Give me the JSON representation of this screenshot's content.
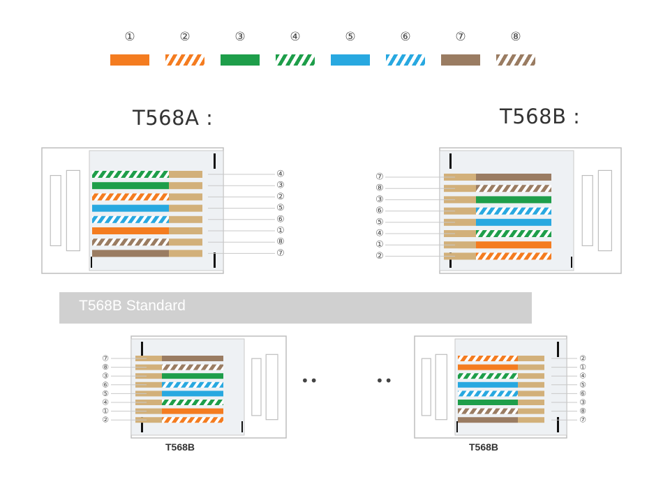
{
  "colors": {
    "orange": "#f47c20",
    "green": "#1e9e4a",
    "blue": "#28a8e0",
    "brown": "#9a7c62",
    "gold": "#d2b07a",
    "white": "#ffffff"
  },
  "legend": [
    {
      "num": "①",
      "color": "orange",
      "striped": false
    },
    {
      "num": "②",
      "color": "orange",
      "striped": true
    },
    {
      "num": "③",
      "color": "green",
      "striped": false
    },
    {
      "num": "④",
      "color": "green",
      "striped": true
    },
    {
      "num": "⑤",
      "color": "blue",
      "striped": false
    },
    {
      "num": "⑥",
      "color": "blue",
      "striped": true
    },
    {
      "num": "⑦",
      "color": "brown",
      "striped": false
    },
    {
      "num": "⑧",
      "color": "brown",
      "striped": true
    }
  ],
  "t568a": {
    "title": "T568A :",
    "wires": [
      "④",
      "③",
      "②",
      "⑤",
      "⑥",
      "①",
      "⑧",
      "⑦"
    ]
  },
  "t568b": {
    "title": "T568B :",
    "wires": [
      "⑦",
      "⑧",
      "③",
      "⑥",
      "⑤",
      "④",
      "①",
      "②"
    ]
  },
  "banner": {
    "label": "T568B Standard"
  },
  "bottom_left": {
    "label": "T568B",
    "wires": [
      "⑦",
      "⑧",
      "③",
      "⑥",
      "⑤",
      "④",
      "①",
      "②"
    ]
  },
  "bottom_right": {
    "label": "T568B",
    "wires": [
      "②",
      "①",
      "④",
      "⑤",
      "⑥",
      "③",
      "⑧",
      "⑦"
    ]
  },
  "dots": "••"
}
